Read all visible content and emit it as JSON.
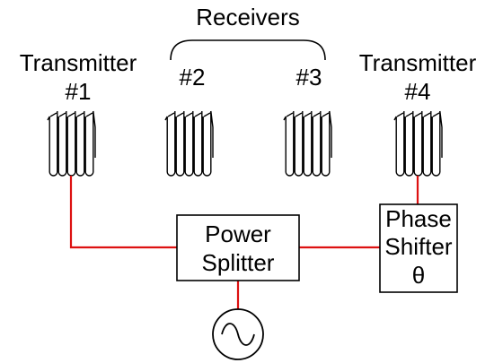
{
  "labels": {
    "receivers": "Receivers",
    "transmitter_1_title": "Transmitter",
    "transmitter_1_number": "#1",
    "receiver_2_number": "#2",
    "receiver_3_number": "#3",
    "transmitter_4_title": "Transmitter",
    "transmitter_4_number": "#4",
    "power_splitter_line1": "Power",
    "power_splitter_line2": "Splitter",
    "phase_shifter_line1": "Phase",
    "phase_shifter_line2": "Shifter",
    "phase_shifter_line3": "θ"
  },
  "colors": {
    "wire": "#dd1111",
    "ink": "#000000",
    "background": "#ffffff"
  },
  "icons": {
    "coil": "helical-coil-icon",
    "source": "ac-source-icon"
  }
}
